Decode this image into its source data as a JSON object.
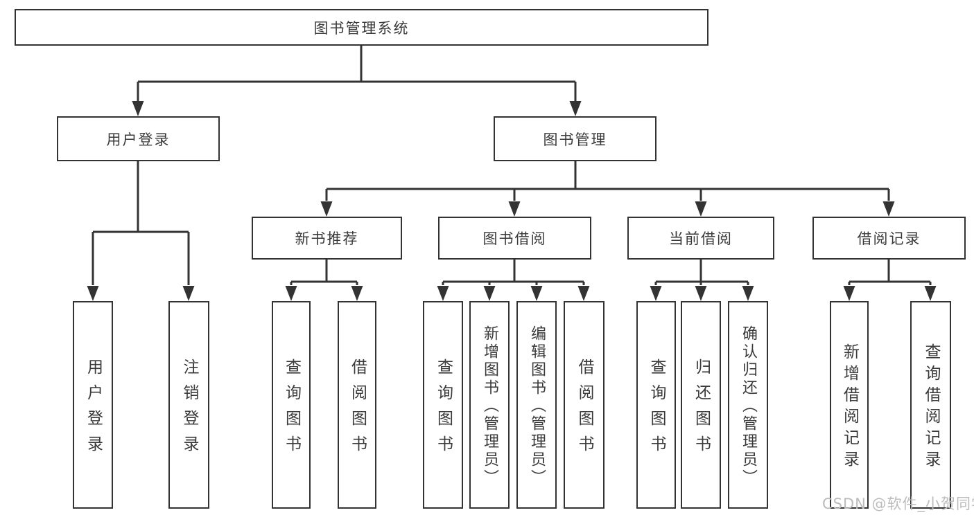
{
  "colors": {
    "line": "#333333",
    "text": "#3a3a3a",
    "watermark": "#bcbcbc",
    "background": "#ffffff"
  },
  "watermark": "CSDN @软件_小贺同学",
  "tree": {
    "root": "图书管理系统",
    "branches": [
      {
        "label": "用户登录",
        "children": [
          "用户登录",
          "注销登录"
        ]
      },
      {
        "label": "图书管理",
        "groups": [
          {
            "label": "新书推荐",
            "children": [
              "查询图书",
              "借阅图书"
            ]
          },
          {
            "label": "图书借阅",
            "children": [
              "查询图书",
              "新增图书（管理员）",
              "编辑图书（管理员）",
              "借阅图书"
            ]
          },
          {
            "label": "当前借阅",
            "children": [
              "查询图书",
              "归还图书",
              "确认归还（管理员）"
            ]
          },
          {
            "label": "借阅记录",
            "children": [
              "新增借阅记录",
              "查询借阅记录"
            ]
          }
        ]
      }
    ]
  }
}
